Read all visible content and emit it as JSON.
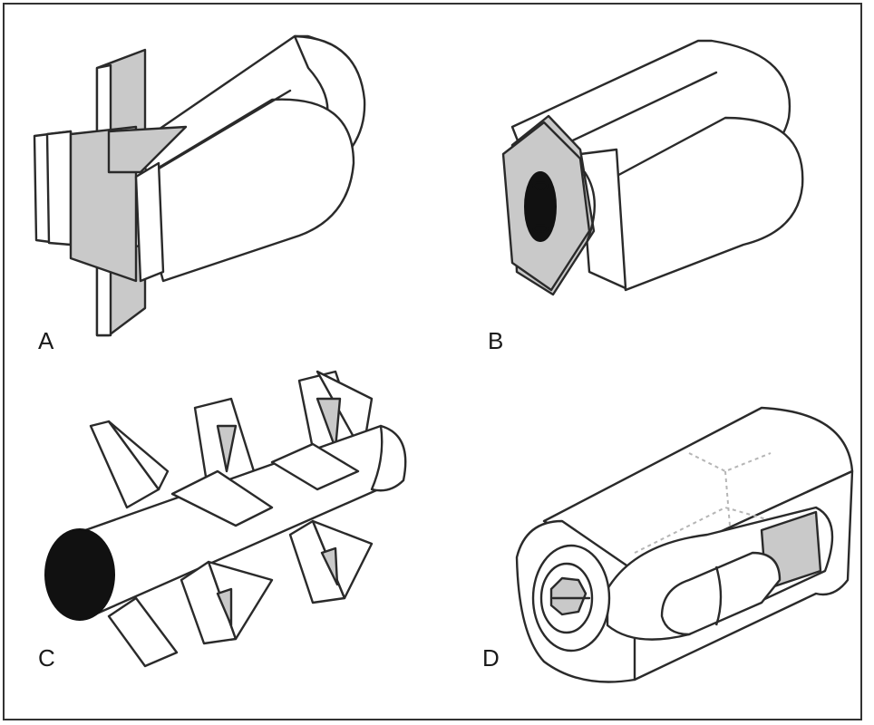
{
  "panels": [
    {
      "letter": "A",
      "illustration": "cylindrical-spacer-with-plate"
    },
    {
      "letter": "B",
      "illustration": "hexagonal-spacer"
    },
    {
      "letter": "C",
      "illustration": "screw-spacer"
    },
    {
      "letter": "D",
      "illustration": "box-spacer"
    }
  ],
  "colors": {
    "line": "#2a2a2a",
    "shade": "#c9c9c9",
    "hole": "#111111",
    "background": "#ffffff",
    "border": "#333333"
  }
}
